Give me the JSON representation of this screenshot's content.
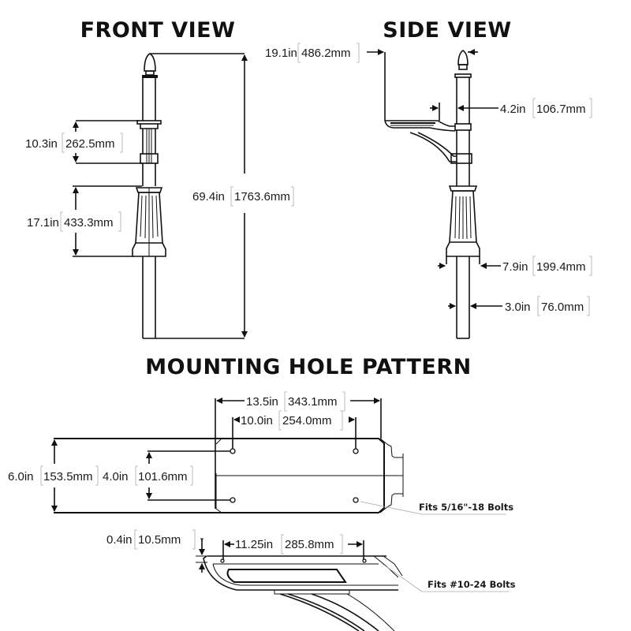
{
  "titles": {
    "front_view": "FRONT VIEW",
    "side_view": "SIDE VIEW",
    "mounting": "MOUNTING HOLE PATTERN"
  },
  "front_view": {
    "overall_height": {
      "in": "69.4in",
      "mm": "1763.6mm"
    },
    "mailbox_bracket_height": {
      "in": "10.3in",
      "mm": "262.5mm"
    },
    "base_height": {
      "in": "17.1in",
      "mm": "433.3mm"
    }
  },
  "side_view": {
    "arm_length": {
      "in": "19.1in",
      "mm": "486.2mm"
    },
    "post_width": {
      "in": "4.2in",
      "mm": "106.7mm"
    },
    "base_width": {
      "in": "7.9in",
      "mm": "199.4mm"
    },
    "pole_width": {
      "in": "3.0in",
      "mm": "76.0mm"
    }
  },
  "mounting": {
    "plate_length": {
      "in": "13.5in",
      "mm": "343.1mm"
    },
    "hole_spacing_x": {
      "in": "10.0in",
      "mm": "254.0mm"
    },
    "plate_width": {
      "in": "6.0in",
      "mm": "153.5mm"
    },
    "hole_spacing_y": {
      "in": "4.0in",
      "mm": "101.6mm"
    },
    "bolt_note_top": "Fits 5/16\"-18 Bolts",
    "thickness": {
      "in": "0.4in",
      "mm": "10.5mm"
    },
    "side_hole_spacing": {
      "in": "11.25in",
      "mm": "285.8mm"
    },
    "bolt_note_bottom": "Fits #10-24 Bolts"
  }
}
